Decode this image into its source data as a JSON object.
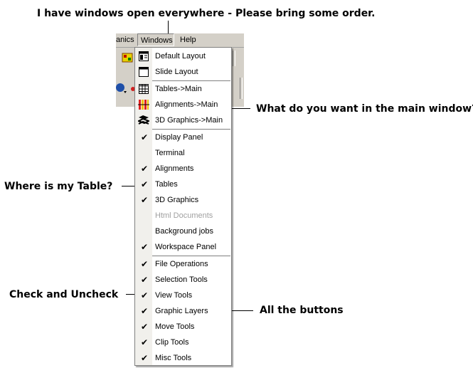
{
  "callouts": {
    "top": "I have windows open everywhere - Please bring some order.",
    "main_window": "What do you want in the main window?",
    "table": "Where is my Table?",
    "check": "Check and Uncheck",
    "buttons": "All the buttons"
  },
  "menubar": {
    "partial_item": "anics",
    "windows": "Windows",
    "help": "Help"
  },
  "menu": {
    "layout": [
      {
        "label": "Default Layout",
        "icon": "default-layout-icon"
      },
      {
        "label": "Slide Layout",
        "icon": "slide-layout-icon"
      }
    ],
    "to_main": [
      {
        "label": "Tables->Main",
        "icon": "table-grid-icon"
      },
      {
        "label": "Alignments->Main",
        "icon": "alignment-colors-icon"
      },
      {
        "label": "3D Graphics->Main",
        "icon": "graphics-3d-icon"
      }
    ],
    "panels": [
      {
        "label": "Display Panel",
        "checked": true,
        "enabled": true
      },
      {
        "label": "Terminal",
        "checked": false,
        "enabled": true
      },
      {
        "label": "Alignments",
        "checked": true,
        "enabled": true
      },
      {
        "label": "Tables",
        "checked": true,
        "enabled": true
      },
      {
        "label": "3D Graphics",
        "checked": true,
        "enabled": true
      },
      {
        "label": "Html Documents",
        "checked": false,
        "enabled": false
      },
      {
        "label": "Background jobs",
        "checked": false,
        "enabled": true
      },
      {
        "label": "Workspace Panel",
        "checked": true,
        "enabled": true
      }
    ],
    "toolbars": [
      {
        "label": "File Operations",
        "checked": true
      },
      {
        "label": "Selection Tools",
        "checked": true
      },
      {
        "label": "View Tools",
        "checked": true
      },
      {
        "label": "Graphic Layers",
        "checked": true
      },
      {
        "label": "Move Tools",
        "checked": true
      },
      {
        "label": "Clip Tools",
        "checked": true
      },
      {
        "label": "Misc Tools",
        "checked": true
      }
    ],
    "check_glyph": "✔"
  }
}
